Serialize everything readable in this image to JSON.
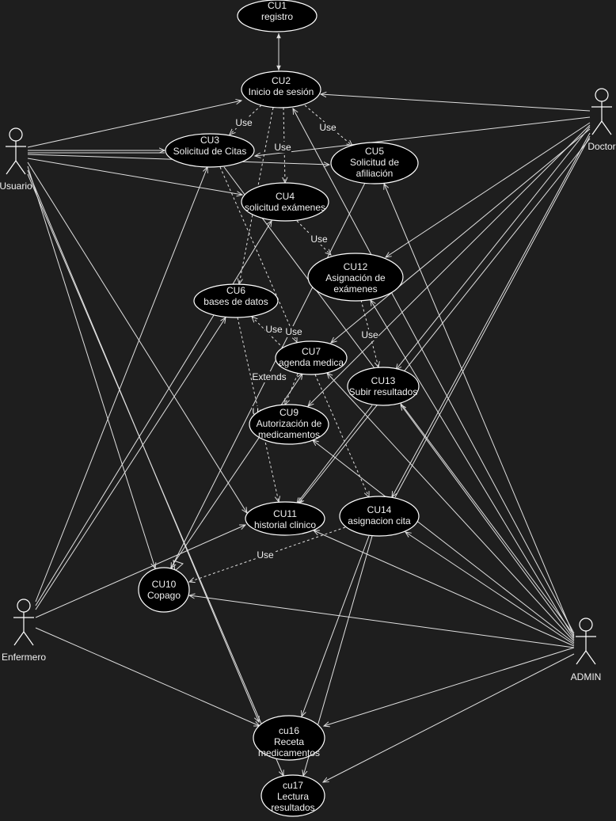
{
  "actors": [
    {
      "id": "usuario",
      "label": "Usuario"
    },
    {
      "id": "doctor",
      "label": "Doctor"
    },
    {
      "id": "enfermero",
      "label": "Enfermero"
    },
    {
      "id": "admin",
      "label": "ADMIN"
    }
  ],
  "use_cases": [
    {
      "id": "cu1",
      "lines": [
        "CU1",
        "registro"
      ]
    },
    {
      "id": "cu2",
      "lines": [
        "CU2",
        "Inicio de sesión"
      ]
    },
    {
      "id": "cu3",
      "lines": [
        "CU3",
        "Solicitud de Citas"
      ]
    },
    {
      "id": "cu4",
      "lines": [
        "CU4",
        "solicitud exámenes"
      ]
    },
    {
      "id": "cu5",
      "lines": [
        "CU5",
        "Solicitud de",
        "afiliación"
      ]
    },
    {
      "id": "cu6",
      "lines": [
        "CU6",
        "bases de datos"
      ]
    },
    {
      "id": "cu7",
      "lines": [
        "CU7",
        "agenda medica"
      ]
    },
    {
      "id": "cu9",
      "lines": [
        "CU9",
        "Autorización de",
        "medicamentos"
      ]
    },
    {
      "id": "cu10",
      "lines": [
        "CU10",
        "Copago"
      ]
    },
    {
      "id": "cu11",
      "lines": [
        "CU11",
        "historial clinico"
      ]
    },
    {
      "id": "cu12",
      "lines": [
        "CU12",
        "Asignación de",
        "exámenes"
      ]
    },
    {
      "id": "cu13",
      "lines": [
        "CU13",
        "Subir resultados"
      ]
    },
    {
      "id": "cu14",
      "lines": [
        "CU14",
        "asignacion cita"
      ]
    },
    {
      "id": "cu16",
      "lines": [
        "cu16",
        "Receta",
        "medicamentos"
      ]
    },
    {
      "id": "cu17",
      "lines": [
        "cu17",
        "Lectura",
        "resultados"
      ]
    }
  ],
  "edge_labels": {
    "use": "Use",
    "extends": "Extends"
  }
}
